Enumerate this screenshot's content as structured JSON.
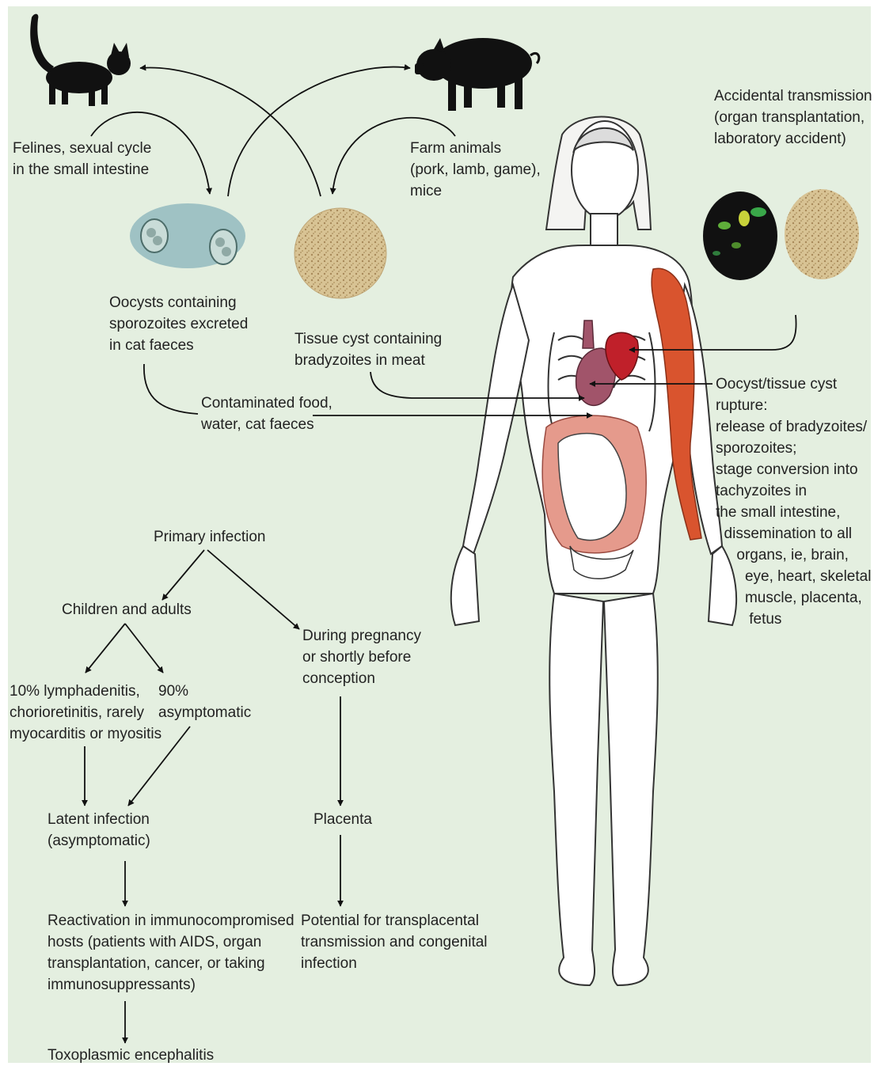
{
  "labels": {
    "felines": "Felines, sexual cycle\nin the small intestine",
    "farm_animals": "Farm animals\n(pork, lamb, game),\nmice",
    "accidental": "Accidental transmission\n(organ transplantation,\nlaboratory accident)",
    "oocysts": "Oocysts containing\nsporozoites excreted\nin cat faeces",
    "tissue_cyst": "Tissue cyst containing\nbradyzoites in meat",
    "contaminated": "Contaminated food,\nwater, cat faeces",
    "rupture": "Oocyst/tissue cyst\nrupture:\nrelease of bradyzoites/\nsporozoites;\nstage conversion into\ntachyzoites in\nthe small intestine,\n  dissemination to all\n     organs, ie, brain,\n       eye, heart, skeletal\n       muscle, placenta,\n        fetus"
  },
  "flow": {
    "primary": "Primary infection",
    "children": "Children and adults",
    "pregnancy": "During pregnancy\nor shortly before\nconception",
    "lymph": "10% lymphadenitis,\nchorioretinitis, rarely\nmyocarditis or myositis",
    "asymp": "90%\nasymptomatic",
    "latent": "Latent infection\n(asymptomatic)",
    "placenta": "Placenta",
    "reactivation": "Reactivation in immunocompromised\nhosts (patients with AIDS, organ\ntransplantation, cancer, or taking\nimmunosuppressants)",
    "transplacental": "Potential for transplacental\ntransmission and congenital\ninfection",
    "encephalitis": "Toxoplasmic encephalitis"
  },
  "icons": [
    "cat-icon",
    "pig-icon",
    "human-body-icon",
    "oocyst-image",
    "tissue-cyst-image",
    "fluorescence-image"
  ],
  "colors": {
    "background": "#e4efe0",
    "muscle": "#d9542e",
    "organs": "#e59a8c",
    "heart": "#c0202a",
    "oocyst_bg": "#9fc2c4",
    "cyst_speckle": "#c9b07a"
  }
}
